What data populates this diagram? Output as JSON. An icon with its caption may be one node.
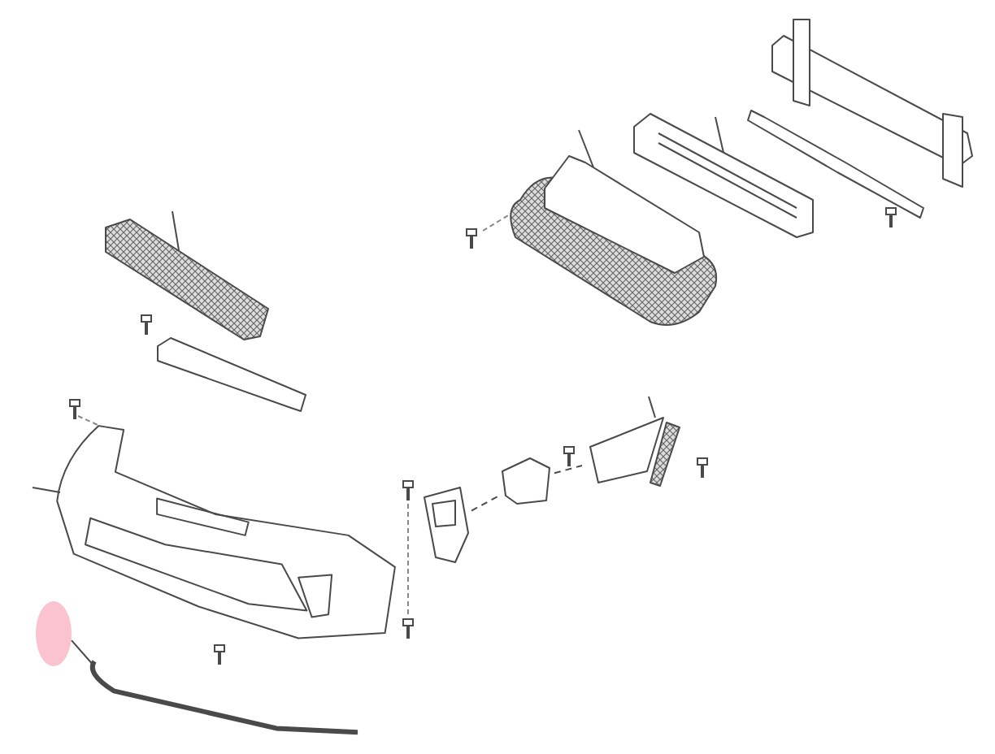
{
  "diagram": {
    "nodes": [
      {
        "text": [],
        "shape": "picture"
      },
      {
        "text": [],
        "shape": "picture"
      },
      {
        "text": [],
        "shape": "picture"
      },
      {
        "text": [],
        "shape": "picture"
      },
      {
        "text": [],
        "shape": "picture"
      },
      {
        "text": [],
        "shape": "picture"
      },
      {
        "text": [],
        "shape": "picture"
      },
      {
        "text": [],
        "shape": "picture"
      },
      {
        "text": [],
        "shape": "picture"
      },
      {
        "text": [],
        "shape": "picture"
      },
      {
        "text": [],
        "shape": "circle"
      },
      {
        "text": [],
        "shape": "picture"
      }
    ],
    "edges": [
      {
        "from": null,
        "to": 0,
        "arrow": "none"
      },
      {
        "from": null,
        "to": 1,
        "arrow": "none"
      },
      {
        "from": null,
        "to": 2,
        "arrow": "none"
      },
      {
        "from": null,
        "to": 4,
        "arrow": "none"
      },
      {
        "from": 10,
        "to": 6,
        "arrow": "none"
      },
      {
        "from": null,
        "to": 9,
        "arrow": "none"
      },
      {
        "from": 7,
        "to": 8,
        "arrow": "none",
        "style": "dashed"
      },
      {
        "from": 8,
        "to": 9,
        "arrow": "none",
        "style": "dashed"
      }
    ]
  }
}
